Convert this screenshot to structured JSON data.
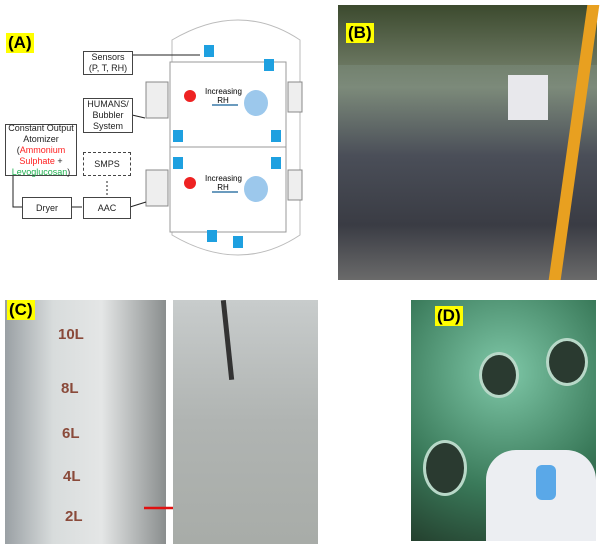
{
  "panels": {
    "a": "(A)",
    "b": "(B)",
    "c": "(C)",
    "d": "(D)"
  },
  "diagram": {
    "sensors": [
      "Sensors",
      "(P, T, RH)"
    ],
    "humans": [
      "HUMANS/",
      "Bubbler",
      "System"
    ],
    "atomizer": {
      "line1": "Constant Output",
      "line2": "Atomizer",
      "open": "(",
      "ammonium": "Ammonium",
      "sulphate": "Sulphate",
      "plus": " +",
      "levoglucosan": "Levoglucosan",
      "close": ")"
    },
    "smps": "SMPS",
    "dryer": "Dryer",
    "aac": "AAC",
    "increasing": "Increasing",
    "rh": "RH",
    "colors": {
      "sensor": "#1ea0e0",
      "ammonium": "#ff2020",
      "levoglucosan": "#20b050",
      "label_bg": "#ffff00"
    }
  },
  "beaker_ticks": [
    "10L",
    "8L",
    "6L",
    "4L",
    "2L"
  ]
}
